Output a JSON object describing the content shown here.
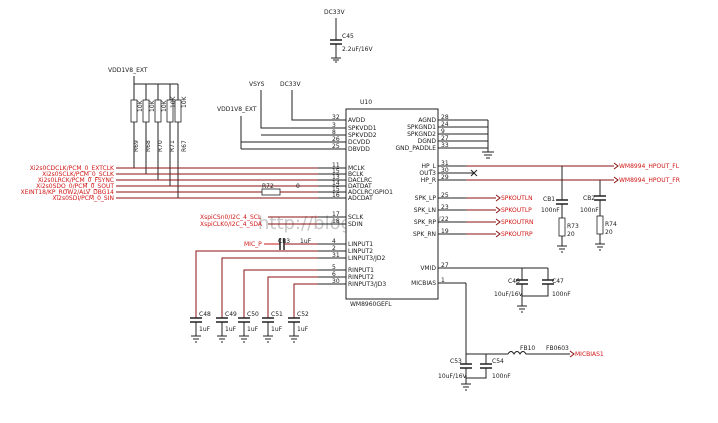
{
  "power": {
    "dc33v_top": "DC33V",
    "vdd1v8_ext_left": "VDD1V8_EXT",
    "vsys": "VSYS",
    "dc33v_chip": "DC33V",
    "vdd1v8_ext_chip": "VDD1V8_EXT"
  },
  "c45": {
    "ref": "C45",
    "value": "2.2uF/16V"
  },
  "pullups": [
    {
      "ref": "R69",
      "value": "10K"
    },
    {
      "ref": "R68",
      "value": "10K"
    },
    {
      "ref": "R70",
      "value": "10K"
    },
    {
      "ref": "R71",
      "value": "10K"
    },
    {
      "ref": "R67",
      "value": "10K"
    }
  ],
  "chip": {
    "ref": "U10",
    "part": "WM8960GEFL",
    "left_pins": [
      {
        "num": "32",
        "name": "AVDD"
      },
      {
        "num": "3",
        "name": "SPKVDD1"
      },
      {
        "num": "8",
        "name": "SPKVDD2"
      },
      {
        "num": "26",
        "name": "DCVDD"
      },
      {
        "num": "25",
        "name": "DBVDD"
      },
      {
        "num": "11",
        "name": "MCLK"
      },
      {
        "num": "15",
        "name": "BCLK"
      },
      {
        "num": "13",
        "name": "DACLRC"
      },
      {
        "num": "14",
        "name": "DATDAT"
      },
      {
        "num": "15",
        "name": "ADCLRC/GPIO1"
      },
      {
        "num": "16",
        "name": "ADCDAT"
      },
      {
        "num": "17",
        "name": "SCLK"
      },
      {
        "num": "18",
        "name": "SDIN"
      },
      {
        "num": "4",
        "name": "LINPUT1"
      },
      {
        "num": "2",
        "name": "LINPUT2"
      },
      {
        "num": "31",
        "name": "LINPUT3/JD2"
      },
      {
        "num": "5",
        "name": "RINPUT1"
      },
      {
        "num": "6",
        "name": "RINPUT2"
      },
      {
        "num": "30",
        "name": "RINPUT3/JD3"
      }
    ],
    "right_pins": [
      {
        "num": "28",
        "name": "AGND"
      },
      {
        "num": "24",
        "name": "SPKGND1"
      },
      {
        "num": "9",
        "name": "SPKGND2"
      },
      {
        "num": "27",
        "name": "DGND"
      },
      {
        "num": "33",
        "name": "GND_PADDLE"
      },
      {
        "num": "31",
        "name": "HP_L"
      },
      {
        "num": "30",
        "name": "OUT3"
      },
      {
        "num": "29",
        "name": "HP_R"
      },
      {
        "num": "25",
        "name": "SPK_LP"
      },
      {
        "num": "23",
        "name": "SPK_LN"
      },
      {
        "num": "22",
        "name": "SPK_RP"
      },
      {
        "num": "19",
        "name": "SPK_RN"
      },
      {
        "num": "27",
        "name": "VMID"
      },
      {
        "num": "1",
        "name": "MICBIAS"
      }
    ]
  },
  "i2s_nets": [
    "Xi2s0CDCLK/PCM_0_EXTCLK",
    "Xi2s0SCLK/PCM_0_SCLK",
    "Xi2s0LRCK/PCM_0_FSYNC",
    "Xi2s0SDO_0/PCM_0_SOUT",
    "XEINT18/KP_ROW2/ALV_DBG14",
    "Xi2s0SDI/PCM_0_SIN"
  ],
  "r72": {
    "ref": "R72",
    "value": "0"
  },
  "i2c_nets": [
    "XspiCSn0/I2C_4_SCL",
    "XspiCLK0/I2C_4_SDA"
  ],
  "mic": {
    "net": "MIC_P",
    "cap_ref": "CB3",
    "cap_value": "1uF"
  },
  "input_caps": [
    {
      "ref": "C48",
      "value": "1uF"
    },
    {
      "ref": "C49",
      "value": "1uF"
    },
    {
      "ref": "C50",
      "value": "1uF"
    },
    {
      "ref": "C51",
      "value": "1uF"
    },
    {
      "ref": "C52",
      "value": "1uF"
    }
  ],
  "hp_out": [
    "WM8994_HPOUT_FL",
    "WM8994_HPOUT_FR"
  ],
  "spk_out": [
    "SPKOUTLN",
    "SPKOUTLP",
    "SPKOUTRN",
    "SPKOUTRP"
  ],
  "hp_caps": [
    {
      "ref": "CB1",
      "value": "100nF"
    },
    {
      "ref": "CB2",
      "value": "100nF"
    }
  ],
  "hp_res": [
    {
      "ref": "R73",
      "value": "20"
    },
    {
      "ref": "R74",
      "value": "20"
    }
  ],
  "vmid_caps": [
    {
      "ref": "C46",
      "value": "10uF/16V"
    },
    {
      "ref": "C47",
      "value": "100nF"
    }
  ],
  "micbias_caps": [
    {
      "ref": "C53",
      "value": "10uF/16V"
    },
    {
      "ref": "C54",
      "value": "100nF"
    }
  ],
  "ferrite": {
    "ref": "FB10",
    "value": "FB0603"
  },
  "micbias_net": "MICBIAS1",
  "watermark": "http://blog.csdn.net/"
}
